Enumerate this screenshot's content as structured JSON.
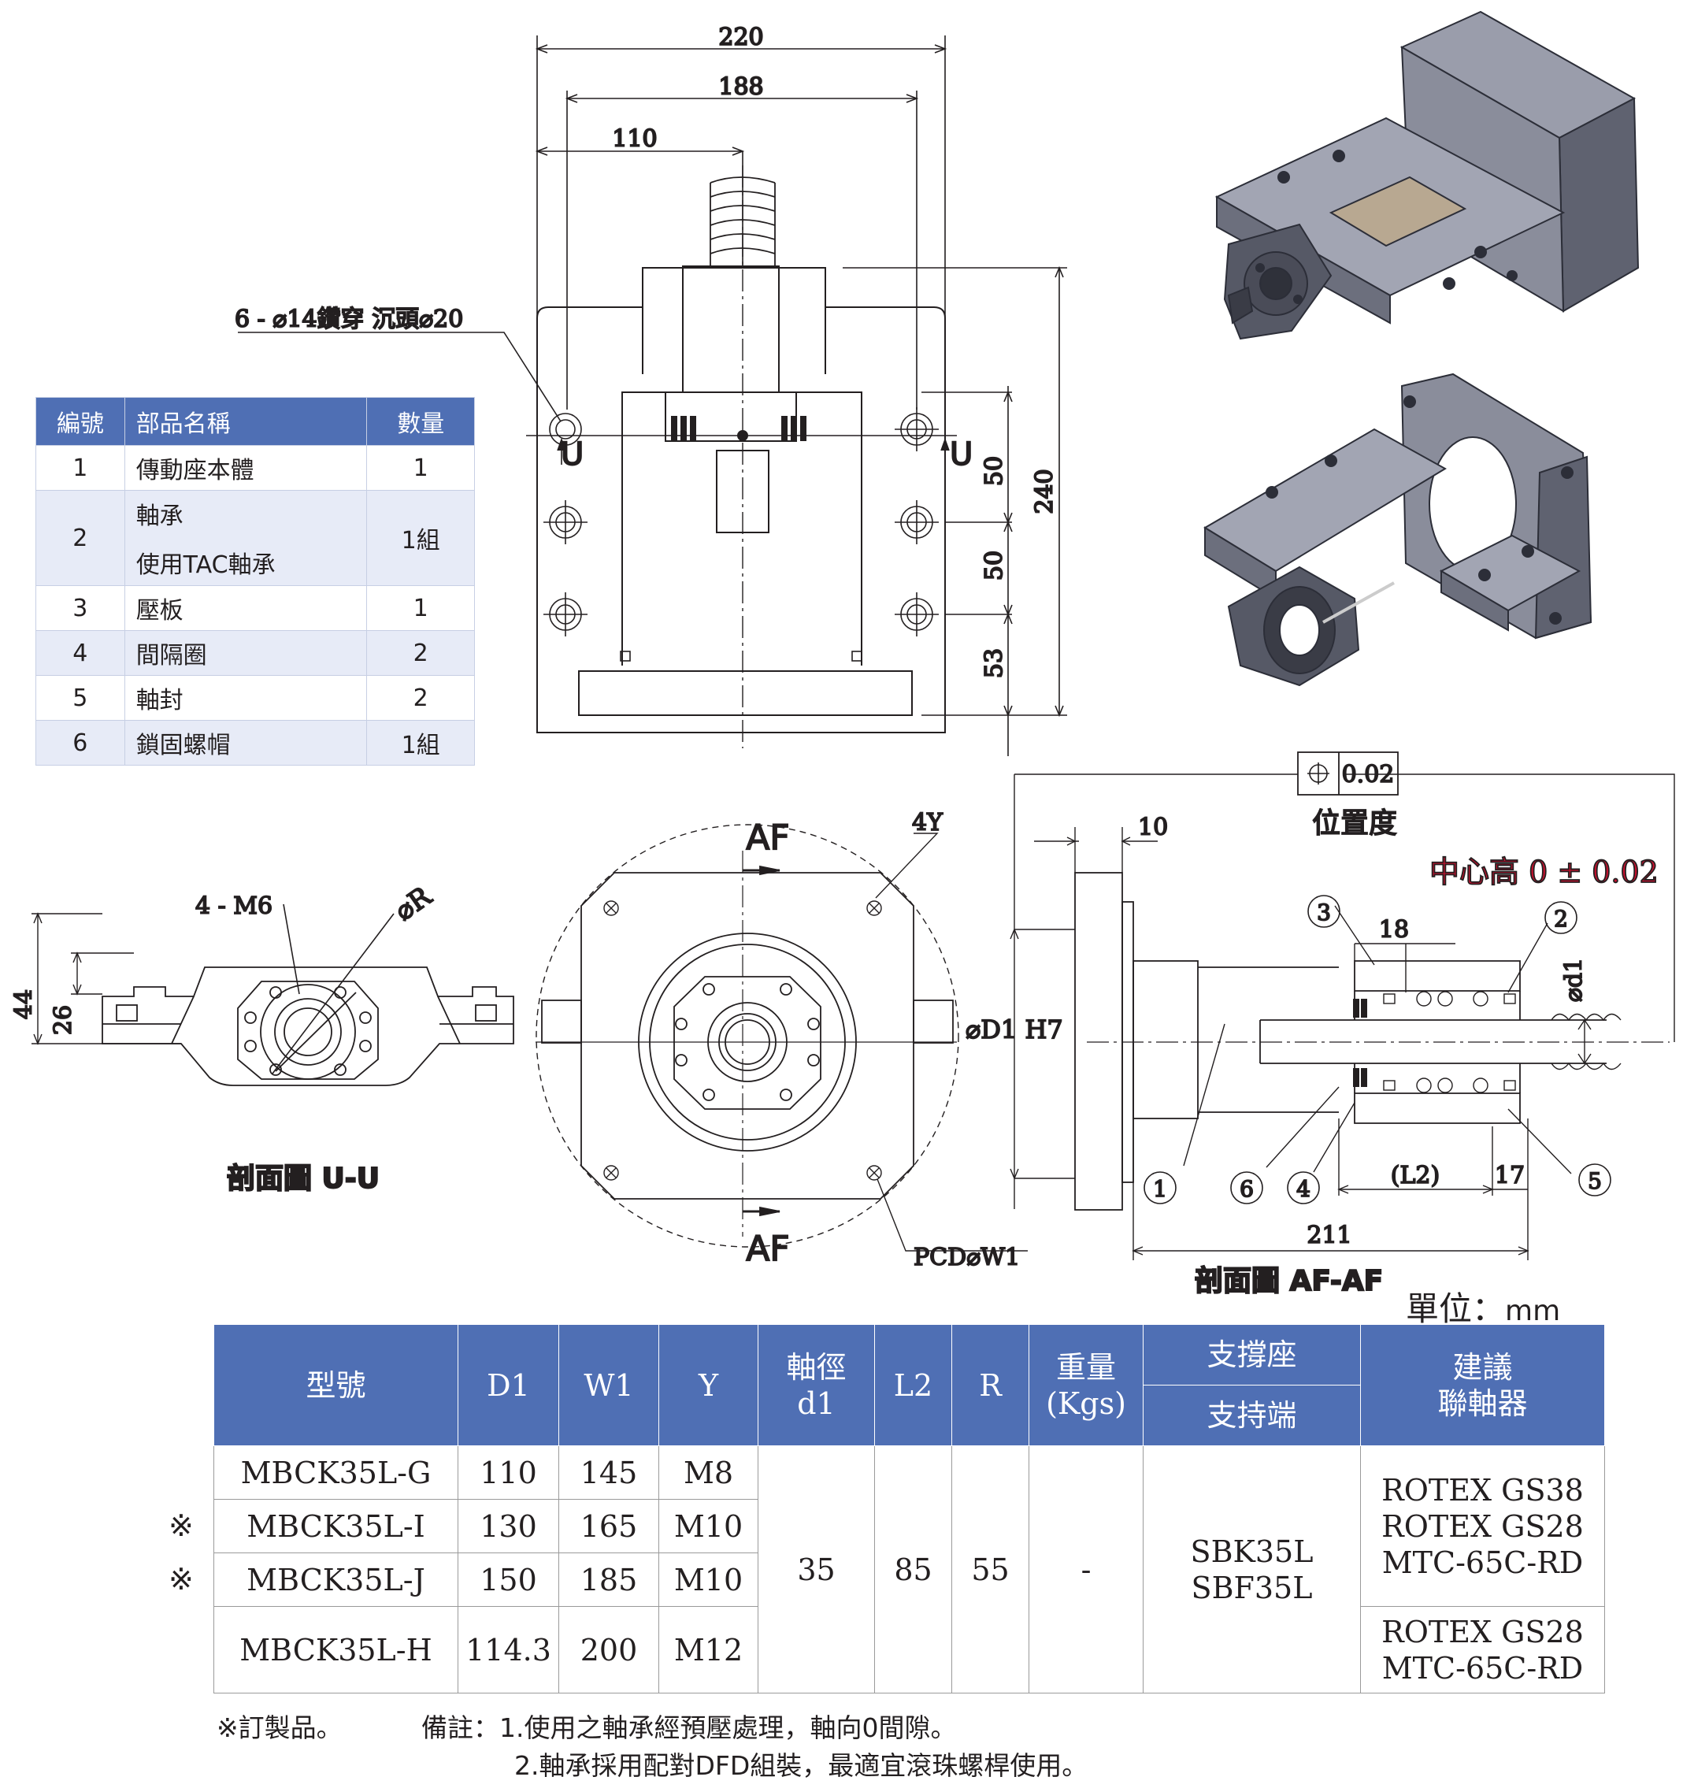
{
  "dimensions": {
    "top_220": "220",
    "top_188": "188",
    "top_110": "110",
    "hole_callout": "6 - ⌀14鑽穿 沉頭⌀20",
    "section_u_left": "U",
    "section_u_right": "U",
    "d50a": "50",
    "d50b": "50",
    "d53": "53",
    "d240": "240",
    "uu_44": "44",
    "uu_26": "26",
    "uu_m6": "4 - M6",
    "uu_r": "⌀R",
    "uu_title": "剖面圖 U-U",
    "af_top": "AF",
    "af_bottom": "AF",
    "af_4y": "4Y",
    "af_pcd": "PCD⌀W1",
    "pos_tol_value": "0.02",
    "pos_label": "位置度",
    "center_height": "中心高 0 ± 0.02",
    "s_10": "10",
    "s_18": "18",
    "s_d1": "⌀D1 H7",
    "s_shaft": "⌀d1",
    "s_l2": "(L2)",
    "s_17": "17",
    "s_211": "211",
    "balloons": [
      "1",
      "2",
      "3",
      "4",
      "5",
      "6"
    ],
    "af_title": "剖面圖 AF-AF"
  },
  "parts_table": {
    "headers": [
      "編號",
      "部品名稱",
      "數量"
    ],
    "rows": [
      {
        "no": "1",
        "name": "傳動座本體",
        "name2": "",
        "qty": "1"
      },
      {
        "no": "2",
        "name": "軸承",
        "name2": "使用TAC軸承",
        "qty": "1組"
      },
      {
        "no": "3",
        "name": "壓板",
        "name2": "",
        "qty": "1"
      },
      {
        "no": "4",
        "name": "間隔圈",
        "name2": "",
        "qty": "2"
      },
      {
        "no": "5",
        "name": "軸封",
        "name2": "",
        "qty": "2"
      },
      {
        "no": "6",
        "name": "鎖固螺帽",
        "name2": "",
        "qty": "1組"
      }
    ]
  },
  "unit": {
    "label": "單位：",
    "value": "mm"
  },
  "spec_table": {
    "headers": {
      "model": "型號",
      "d1": "D1",
      "w1": "W1",
      "y": "Y",
      "shaft_1": "軸徑",
      "shaft_2": "d1",
      "l2": "L2",
      "r": "R",
      "weight_1": "重量",
      "weight_2": "(Kgs)",
      "support": "支撐座",
      "support_end": "支持端",
      "coupling_1": "建議",
      "coupling_2": "聯軸器"
    },
    "rows": [
      {
        "mark": "",
        "model": "MBCK35L-G",
        "d1": "110",
        "w1": "145",
        "y": "M8"
      },
      {
        "mark": "※",
        "model": "MBCK35L-I",
        "d1": "130",
        "w1": "165",
        "y": "M10"
      },
      {
        "mark": "※",
        "model": "MBCK35L-J",
        "d1": "150",
        "w1": "185",
        "y": "M10"
      },
      {
        "mark": "",
        "model": "MBCK35L-H",
        "d1": "114.3",
        "w1": "200",
        "y": "M12"
      }
    ],
    "shared": {
      "shaft": "35",
      "l2": "85",
      "r": "55",
      "weight": "-",
      "support_1": "SBK35L",
      "support_2": "SBF35L",
      "coupling_a_1": "ROTEX  GS38",
      "coupling_a_2": "ROTEX  GS28",
      "coupling_a_3": "MTC-65C-RD",
      "coupling_b_1": "ROTEX  GS28",
      "coupling_b_2": "MTC-65C-RD"
    }
  },
  "notes": {
    "custom": "※訂製品。",
    "line1": "備註：1.使用之軸承經預壓處理，軸向0間隙。",
    "line2": "2.軸承採用配對DFD組裝，最適宜滾珠螺桿使用。"
  },
  "colors": {
    "header_blue": "#4f6fb4",
    "row_alt": "#e7ebf7",
    "red_text": "#c8102e",
    "render_gray": "#7c7f8c"
  }
}
